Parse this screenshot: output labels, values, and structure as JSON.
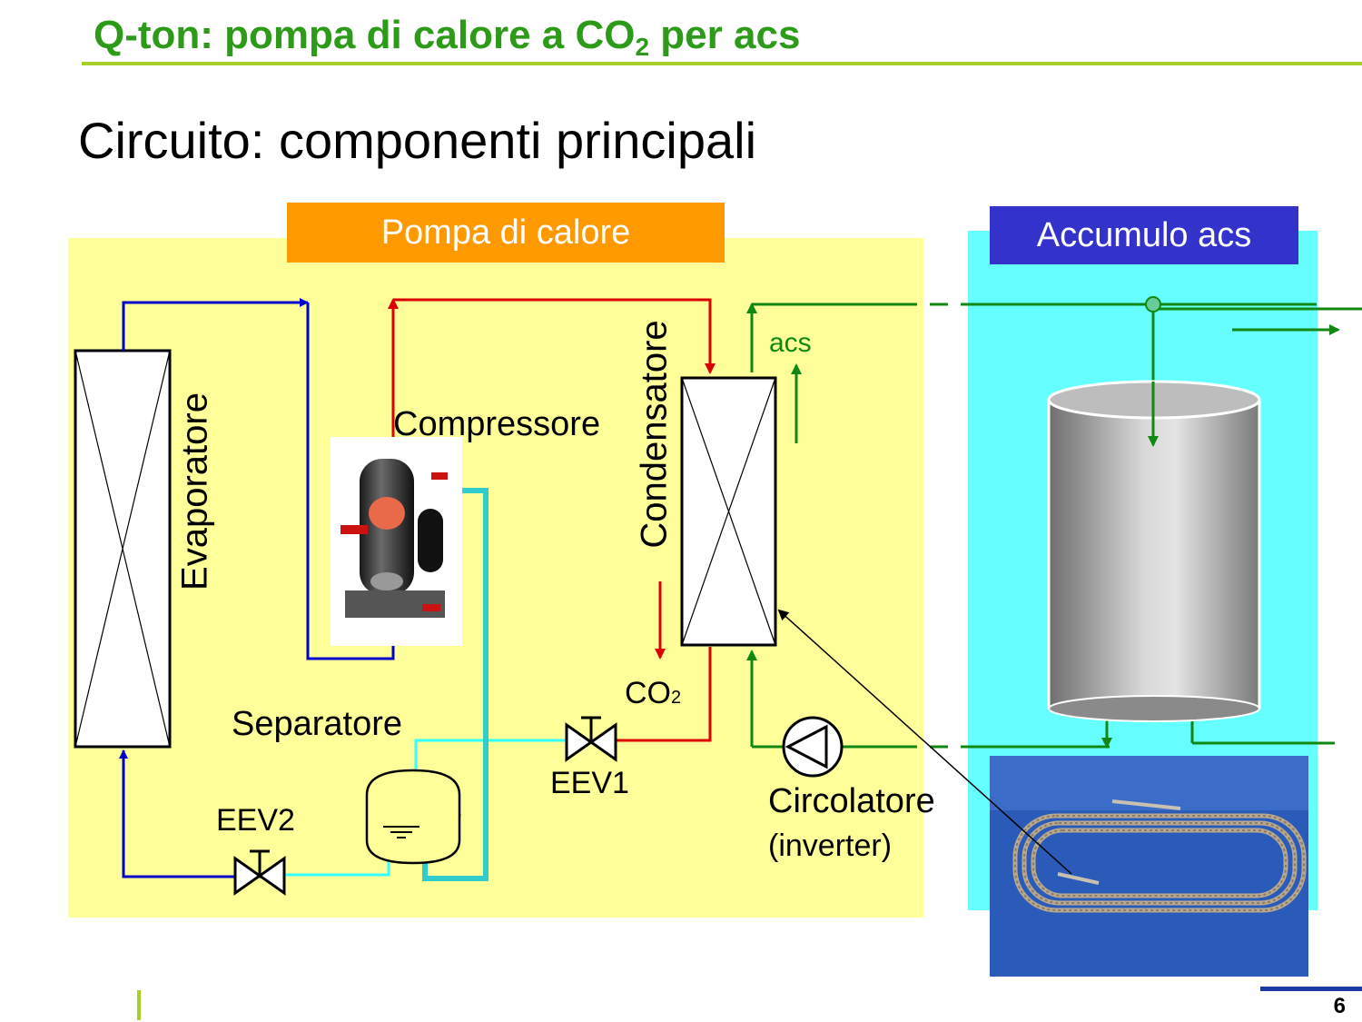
{
  "slide": {
    "title_main": "Q-ton: pompa di calore a CO",
    "title_sub": "2",
    "title_tail": " per acs",
    "subtitle": "Circuito: componenti principali",
    "page_number": "6"
  },
  "sections": {
    "heat_pump": "Pompa di calore",
    "storage": "Accumulo acs"
  },
  "labels": {
    "evaporator": "Evaporatore",
    "compressor": "Compressore",
    "condenser": "Condensatore",
    "separator": "Separatore",
    "eev1": "EEV1",
    "eev2": "EEV2",
    "acs": "acs",
    "co2_main": "CO",
    "co2_sub": "2",
    "circulator": "Circolatore",
    "circulator_note": "(inverter)"
  },
  "colors": {
    "title_green": "#2e9a1a",
    "rule_green": "#a6cf2a",
    "panel_yellow": "#ffff99",
    "panel_cyan": "#66ffff",
    "header_orange": "#ff9900",
    "header_blue": "#3333cc",
    "pipe_blue": "#0000cc",
    "pipe_red": "#dd0000",
    "pipe_cyan": "#33cccc",
    "water_green": "#118811"
  }
}
